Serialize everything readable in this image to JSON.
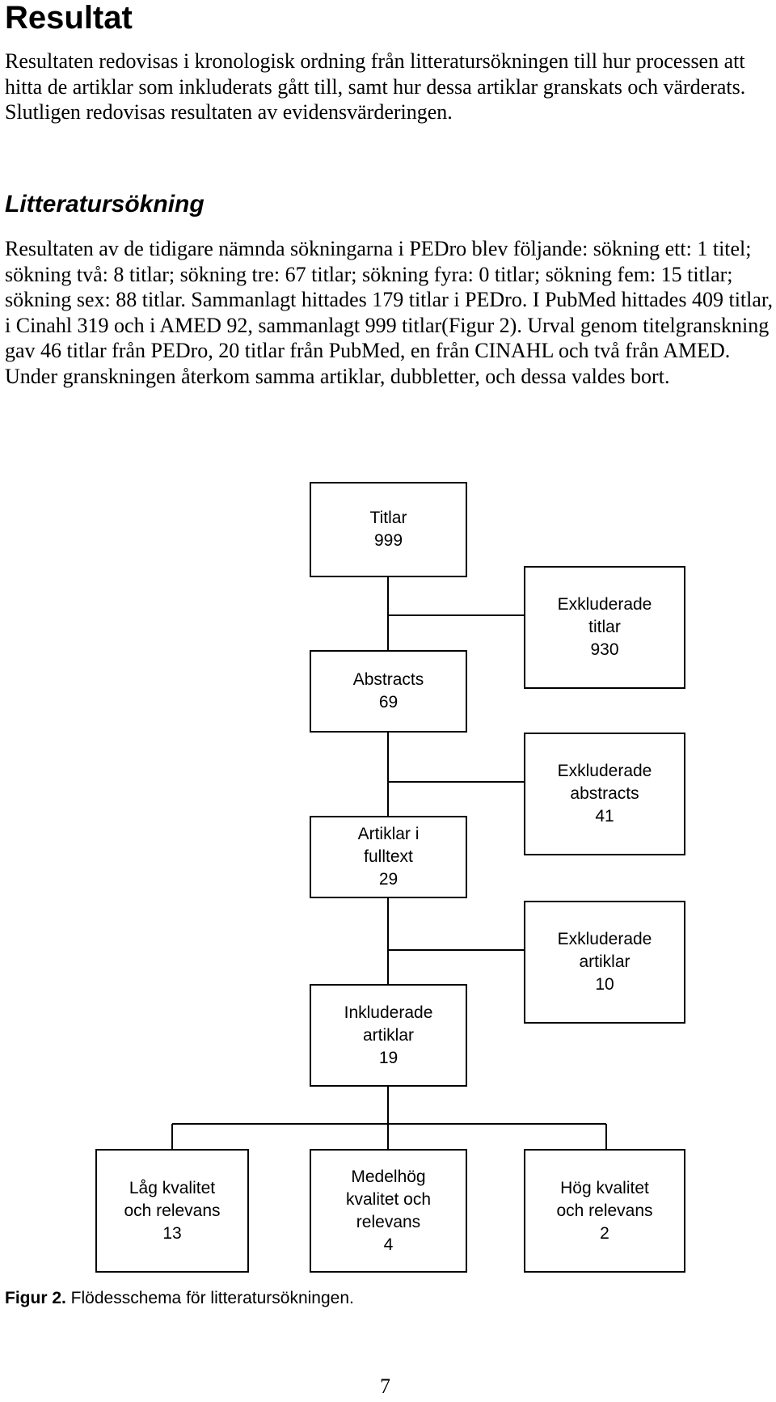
{
  "heading": "Resultat",
  "intro": "Resultaten redovisas i kronologisk ordning från litteratursökningen till hur processen att hitta de artiklar som inkluderats gått till, samt hur dessa artiklar granskats och värderats. Slutligen redovisas resultaten av evidensvärderingen.",
  "subheading": "Litteratursökning",
  "body": "Resultaten av de tidigare nämnda sökningarna i PEDro blev följande: sökning ett: 1 titel; sökning två: 8 titlar; sökning tre: 67 titlar; sökning fyra: 0 titlar; sökning fem: 15 titlar; sökning sex: 88 titlar. Sammanlagt hittades 179 titlar i PEDro. I PubMed hittades 409 titlar, i Cinahl 319 och i AMED 92, sammanlagt 999 titlar(Figur 2). Urval genom titelgranskning gav 46 titlar från PEDro, 20 titlar från PubMed, en från CINAHL och två från AMED. Under granskningen återkom samma artiklar, dubbletter, och dessa valdes bort.",
  "flowchart": {
    "titlar": {
      "label": "Titlar",
      "count": "999"
    },
    "excl_titlar": {
      "line1": "Exkluderade",
      "line2": "titlar",
      "count": "930"
    },
    "abstracts": {
      "label": "Abstracts",
      "count": "69"
    },
    "excl_abstracts": {
      "line1": "Exkluderade",
      "line2": "abstracts",
      "count": "41"
    },
    "fulltext": {
      "line1": "Artiklar i",
      "line2": "fulltext",
      "count": "29"
    },
    "excl_artiklar": {
      "line1": "Exkluderade",
      "line2": "artiklar",
      "count": "10"
    },
    "inkluderade": {
      "line1": "Inkluderade",
      "line2": "artiklar",
      "count": "19"
    },
    "low": {
      "line1": "Låg kvalitet",
      "line2": "och relevans",
      "count": "13"
    },
    "medium": {
      "line1": "Medelhög",
      "line2": "kvalitet och",
      "line3": "relevans",
      "count": "4"
    },
    "high": {
      "line1": "Hög kvalitet",
      "line2": "och relevans",
      "count": "2"
    }
  },
  "caption": {
    "label": "Figur 2.",
    "text": " Flödesschema för litteratursökningen."
  },
  "page_number": "7"
}
